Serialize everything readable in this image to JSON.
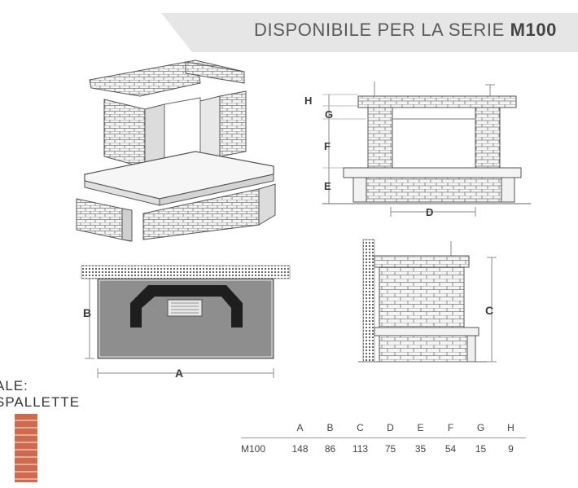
{
  "banner": {
    "prefix": "DISPONIBILE PER LA SERIE ",
    "series": "M100"
  },
  "front_view": {
    "labels": [
      "H",
      "G",
      "F",
      "E",
      "D"
    ]
  },
  "plan_view": {
    "labels": [
      "B",
      "A"
    ]
  },
  "side_view": {
    "labels": [
      "C"
    ]
  },
  "material": {
    "line1": "ALE:",
    "line2": "SPALLETTE"
  },
  "dimensions_table": {
    "columns": [
      "A",
      "B",
      "C",
      "D",
      "E",
      "F",
      "G",
      "H"
    ],
    "rows": [
      {
        "model": "M100",
        "values": [
          "148",
          "86",
          "113",
          "75",
          "35",
          "54",
          "15",
          "9"
        ]
      }
    ]
  },
  "colors": {
    "banner": "#e6e6e6",
    "brick_swatch": "#d06a4e",
    "plan_fill": "#8e8e8e",
    "arch": "#1e1e1e"
  }
}
